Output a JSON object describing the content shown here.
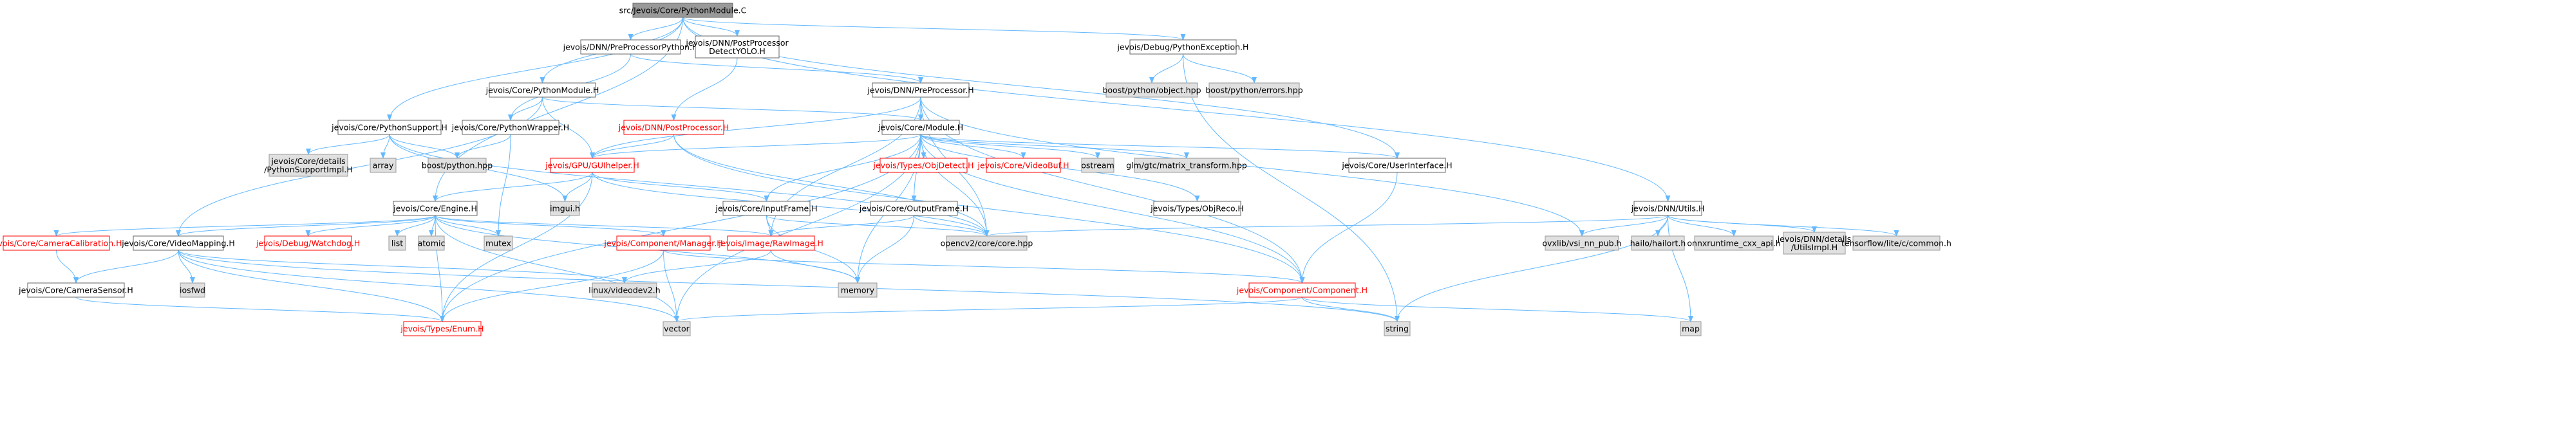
{
  "title": "src/Jevois/Core/PythonModule.C",
  "colors": {
    "edge": "#63b8ff",
    "root_fill": "#999999",
    "file_fill": "#ffffff",
    "file_border": "#666666",
    "sys_fill": "#e0e0e0",
    "sys_border": "#999999",
    "link_text": "#000000",
    "missing_text": "#ff0000",
    "missing_border": "#ff0000"
  },
  "nodes": [
    {
      "id": "root",
      "lines": [
        "src/Jevois/Core/PythonModule.C"
      ],
      "kind": "root"
    },
    {
      "id": "ppy",
      "lines": [
        "jevois/DNN/PreProcessorPython.H"
      ],
      "kind": "file"
    },
    {
      "id": "ppyolo",
      "lines": [
        "jevois/DNN/PostProcessor",
        "DetectYOLO.H"
      ],
      "kind": "file"
    },
    {
      "id": "pyexc",
      "lines": [
        "jevois/Debug/PythonException.H"
      ],
      "kind": "file"
    },
    {
      "id": "pymod",
      "lines": [
        "jevois/Core/PythonModule.H"
      ],
      "kind": "file"
    },
    {
      "id": "preproc",
      "lines": [
        "jevois/DNN/PreProcessor.H"
      ],
      "kind": "file"
    },
    {
      "id": "bpobj",
      "lines": [
        "boost/python/object.hpp"
      ],
      "kind": "sys"
    },
    {
      "id": "bperr",
      "lines": [
        "boost/python/errors.hpp"
      ],
      "kind": "sys"
    },
    {
      "id": "pysup",
      "lines": [
        "jevois/Core/PythonSupport.H"
      ],
      "kind": "file"
    },
    {
      "id": "pywrap",
      "lines": [
        "jevois/Core/PythonWrapper.H"
      ],
      "kind": "file"
    },
    {
      "id": "postproc",
      "lines": [
        "jevois/DNN/PostProcessor.H"
      ],
      "kind": "missing"
    },
    {
      "id": "module",
      "lines": [
        "jevois/Core/Module.H"
      ],
      "kind": "file"
    },
    {
      "id": "pysupimpl",
      "lines": [
        "jevois/Core/details",
        "/PythonSupportImpl.H"
      ],
      "kind": "sys"
    },
    {
      "id": "array",
      "lines": [
        "array"
      ],
      "kind": "sys"
    },
    {
      "id": "bphpp",
      "lines": [
        "boost/python.hpp"
      ],
      "kind": "sys"
    },
    {
      "id": "gui",
      "lines": [
        "jevois/GPU/GUIhelper.H"
      ],
      "kind": "missing"
    },
    {
      "id": "objdet",
      "lines": [
        "jevois/Types/ObjDetect.H"
      ],
      "kind": "missing"
    },
    {
      "id": "vbuf",
      "lines": [
        "jevois/Core/VideoBuf.H"
      ],
      "kind": "missing"
    },
    {
      "id": "ostream",
      "lines": [
        "ostream"
      ],
      "kind": "sys"
    },
    {
      "id": "glm",
      "lines": [
        "glm/gtc/matrix_transform.hpp"
      ],
      "kind": "sys"
    },
    {
      "id": "uiface",
      "lines": [
        "jevois/Core/UserInterface.H"
      ],
      "kind": "file"
    },
    {
      "id": "dnnutils",
      "lines": [
        "jevois/DNN/Utils.H"
      ],
      "kind": "file"
    },
    {
      "id": "imgui",
      "lines": [
        "imgui.h"
      ],
      "kind": "sys"
    },
    {
      "id": "inframe",
      "lines": [
        "jevois/Core/InputFrame.H"
      ],
      "kind": "file"
    },
    {
      "id": "objreco",
      "lines": [
        "jevois/Types/ObjReco.H"
      ],
      "kind": "file"
    },
    {
      "id": "engine",
      "lines": [
        "jevois/Core/Engine.H"
      ],
      "kind": "file"
    },
    {
      "id": "outframe",
      "lines": [
        "jevois/Core/OutputFrame.H"
      ],
      "kind": "file"
    },
    {
      "id": "camcal",
      "lines": [
        "jevois/Core/CameraCalibration.H"
      ],
      "kind": "missing"
    },
    {
      "id": "vmap",
      "lines": [
        "jevois/Core/VideoMapping.H"
      ],
      "kind": "file"
    },
    {
      "id": "watchdog",
      "lines": [
        "jevois/Debug/Watchdog.H"
      ],
      "kind": "missing"
    },
    {
      "id": "list",
      "lines": [
        "list"
      ],
      "kind": "sys"
    },
    {
      "id": "atomic",
      "lines": [
        "atomic"
      ],
      "kind": "sys"
    },
    {
      "id": "mutex",
      "lines": [
        "mutex"
      ],
      "kind": "sys"
    },
    {
      "id": "compmgr",
      "lines": [
        "jevois/Component/Manager.H"
      ],
      "kind": "missing"
    },
    {
      "id": "rawimg",
      "lines": [
        "jevois/Image/RawImage.H"
      ],
      "kind": "missing"
    },
    {
      "id": "opencv",
      "lines": [
        "opencv2/core/core.hpp"
      ],
      "kind": "sys"
    },
    {
      "id": "ovxlib",
      "lines": [
        "ovxlib/vsi_nn_pub.h"
      ],
      "kind": "sys"
    },
    {
      "id": "hailo",
      "lines": [
        "hailo/hailort.h"
      ],
      "kind": "sys"
    },
    {
      "id": "onnx",
      "lines": [
        "onnxruntime_cxx_api.h"
      ],
      "kind": "sys"
    },
    {
      "id": "utilsimpl",
      "lines": [
        "jevois/DNN/details",
        "/UtilsImpl.H"
      ],
      "kind": "sys"
    },
    {
      "id": "tflite",
      "lines": [
        "tensorflow/lite/c/common.h"
      ],
      "kind": "sys"
    },
    {
      "id": "camsensor",
      "lines": [
        "jevois/Core/CameraSensor.H"
      ],
      "kind": "file"
    },
    {
      "id": "iosfwd",
      "lines": [
        "iosfwd"
      ],
      "kind": "sys"
    },
    {
      "id": "v4l2",
      "lines": [
        "linux/videodev2.h"
      ],
      "kind": "sys"
    },
    {
      "id": "memory",
      "lines": [
        "memory"
      ],
      "kind": "sys"
    },
    {
      "id": "component",
      "lines": [
        "jevois/Component/Component.H"
      ],
      "kind": "missing"
    },
    {
      "id": "enum",
      "lines": [
        "jevois/Types/Enum.H"
      ],
      "kind": "missing"
    },
    {
      "id": "vector",
      "lines": [
        "vector"
      ],
      "kind": "sys"
    },
    {
      "id": "string",
      "lines": [
        "string"
      ],
      "kind": "sys"
    },
    {
      "id": "map",
      "lines": [
        "map"
      ],
      "kind": "sys"
    }
  ],
  "edges": [
    [
      "root",
      "ppy"
    ],
    [
      "root",
      "ppyolo"
    ],
    [
      "root",
      "pyexc"
    ],
    [
      "root",
      "pymod"
    ],
    [
      "root",
      "pysup"
    ],
    [
      "root",
      "engine"
    ],
    [
      "root",
      "uiface"
    ],
    [
      "root",
      "dnnutils"
    ],
    [
      "ppy",
      "preproc"
    ],
    [
      "ppy",
      "pywrap"
    ],
    [
      "ppyolo",
      "postproc"
    ],
    [
      "pyexc",
      "bpobj"
    ],
    [
      "pyexc",
      "bperr"
    ],
    [
      "pyexc",
      "string"
    ],
    [
      "pymod",
      "module"
    ],
    [
      "pymod",
      "pywrap"
    ],
    [
      "pymod",
      "gui"
    ],
    [
      "pymod",
      "vmap"
    ],
    [
      "preproc",
      "module"
    ],
    [
      "preproc",
      "gui"
    ],
    [
      "preproc",
      "rawimg"
    ],
    [
      "preproc",
      "opencv"
    ],
    [
      "preproc",
      "ovxlib"
    ],
    [
      "preproc",
      "component"
    ],
    [
      "pysup",
      "pysupimpl"
    ],
    [
      "pysup",
      "array"
    ],
    [
      "pysup",
      "bphpp"
    ],
    [
      "pysup",
      "imgui"
    ],
    [
      "pysup",
      "opencv"
    ],
    [
      "pywrap",
      "bphpp"
    ],
    [
      "pywrap",
      "mutex"
    ],
    [
      "postproc",
      "gui"
    ],
    [
      "postproc",
      "component"
    ],
    [
      "postproc",
      "opencv"
    ],
    [
      "module",
      "gui"
    ],
    [
      "module",
      "objdet"
    ],
    [
      "module",
      "vbuf"
    ],
    [
      "module",
      "ostream"
    ],
    [
      "module",
      "glm"
    ],
    [
      "module",
      "uiface"
    ],
    [
      "module",
      "inframe"
    ],
    [
      "module",
      "outframe"
    ],
    [
      "module",
      "objreco"
    ],
    [
      "module",
      "opencv"
    ],
    [
      "module",
      "component"
    ],
    [
      "module",
      "memory"
    ],
    [
      "module",
      "enum"
    ],
    [
      "module",
      "vector"
    ],
    [
      "gui",
      "imgui"
    ],
    [
      "gui",
      "engine"
    ],
    [
      "gui",
      "inframe"
    ],
    [
      "gui",
      "opencv"
    ],
    [
      "gui",
      "enum"
    ],
    [
      "inframe",
      "rawimg"
    ],
    [
      "inframe",
      "memory"
    ],
    [
      "inframe",
      "opencv"
    ],
    [
      "outframe",
      "rawimg"
    ],
    [
      "outframe",
      "memory"
    ],
    [
      "outframe",
      "opencv"
    ],
    [
      "engine",
      "camcal"
    ],
    [
      "engine",
      "vmap"
    ],
    [
      "engine",
      "watchdog"
    ],
    [
      "engine",
      "list"
    ],
    [
      "engine",
      "atomic"
    ],
    [
      "engine",
      "mutex"
    ],
    [
      "engine",
      "compmgr"
    ],
    [
      "engine",
      "rawimg"
    ],
    [
      "engine",
      "memory"
    ],
    [
      "engine",
      "enum"
    ],
    [
      "engine",
      "vector"
    ],
    [
      "camcal",
      "camsensor"
    ],
    [
      "vmap",
      "camsensor"
    ],
    [
      "vmap",
      "iosfwd"
    ],
    [
      "vmap",
      "v4l2"
    ],
    [
      "vmap",
      "enum"
    ],
    [
      "vmap",
      "vector"
    ],
    [
      "vmap",
      "string"
    ],
    [
      "compmgr",
      "component"
    ],
    [
      "compmgr",
      "vector"
    ],
    [
      "compmgr",
      "enum"
    ],
    [
      "rawimg",
      "v4l2"
    ],
    [
      "rawimg",
      "memory"
    ],
    [
      "camsensor",
      "enum"
    ],
    [
      "uiface",
      "component"
    ],
    [
      "component",
      "vector"
    ],
    [
      "component",
      "string"
    ],
    [
      "component",
      "map"
    ],
    [
      "dnnutils",
      "opencv"
    ],
    [
      "dnnutils",
      "ovxlib"
    ],
    [
      "dnnutils",
      "hailo"
    ],
    [
      "dnnutils",
      "onnx"
    ],
    [
      "dnnutils",
      "utilsimpl"
    ],
    [
      "dnnutils",
      "tflite"
    ],
    [
      "dnnutils",
      "string"
    ],
    [
      "dnnutils",
      "map"
    ]
  ]
}
